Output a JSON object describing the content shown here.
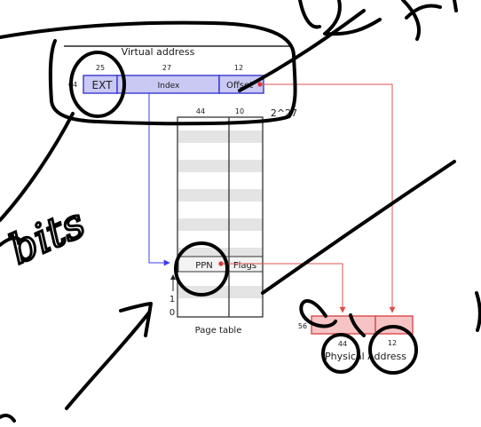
{
  "diagram": {
    "virtual_address": {
      "title": "Virtual address",
      "total_bits": "64",
      "fields": [
        {
          "label": "EXT",
          "bits": "25"
        },
        {
          "label": "Index",
          "bits": "27"
        },
        {
          "label": "Offset",
          "bits": "12"
        }
      ]
    },
    "page_table": {
      "caption": "Page table",
      "columns": [
        {
          "label": "PPN",
          "bits": "44"
        },
        {
          "label": "Flags",
          "bits": "10"
        }
      ],
      "size_annotation": "2^27",
      "row_indices": [
        "1",
        "0"
      ]
    },
    "physical_address": {
      "caption": "Physical Address",
      "total_bits": "56",
      "fields": [
        {
          "label": "",
          "bits": "44"
        },
        {
          "label": "",
          "bits": "12"
        }
      ]
    },
    "handwriting": {
      "bits_word": "bits"
    }
  },
  "colors": {
    "virtual_fill": "#c9c9f4",
    "virtual_stroke": "#3838d0",
    "physical_fill": "#f6c4c4",
    "physical_stroke": "#d84a4a",
    "arrow_blue": "#3d3df0",
    "arrow_red": "#e05050",
    "table_stripe": "#e4e4e4",
    "ink": "#000000"
  }
}
